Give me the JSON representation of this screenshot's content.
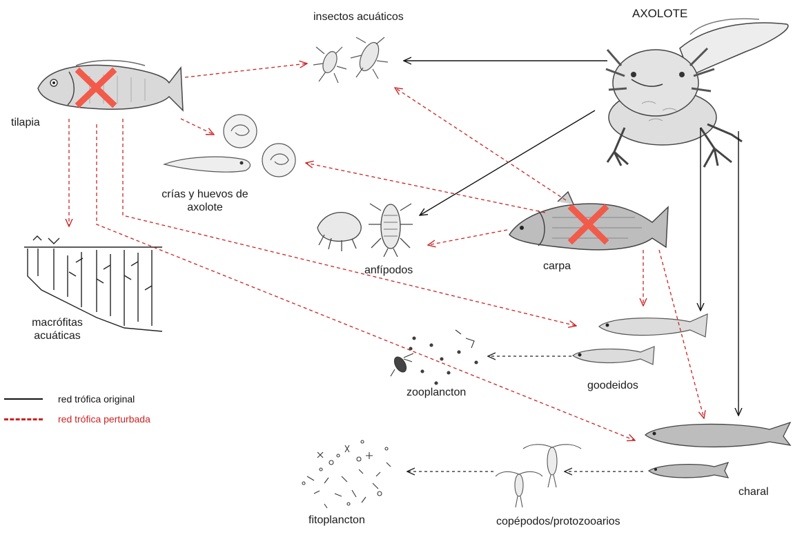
{
  "labels": {
    "axolote": "AXOLOTE",
    "insectos": "insectos acuáticos",
    "tilapia": "tilapia",
    "crias_line1": "crías y huevos de",
    "crias_line2": "axolote",
    "anfipodos": "anfípodos",
    "carpa": "carpa",
    "macrofitas_line1": "macrófitas",
    "macrofitas_line2": "acuáticas",
    "goodeidos": "goodeidos",
    "zooplancton": "zooplancton",
    "charal": "charal",
    "fitoplancton": "fitoplancton",
    "copepodos": "copépodos/protozooarios"
  },
  "legend": {
    "original": "red trófica original",
    "perturbada": "red trófica perturbada"
  },
  "colors": {
    "original": "#111111",
    "perturbed": "#cc2222",
    "cross": "#f25a4a",
    "drawing": "#444444"
  },
  "removed_species": [
    "tilapia",
    "carpa"
  ]
}
